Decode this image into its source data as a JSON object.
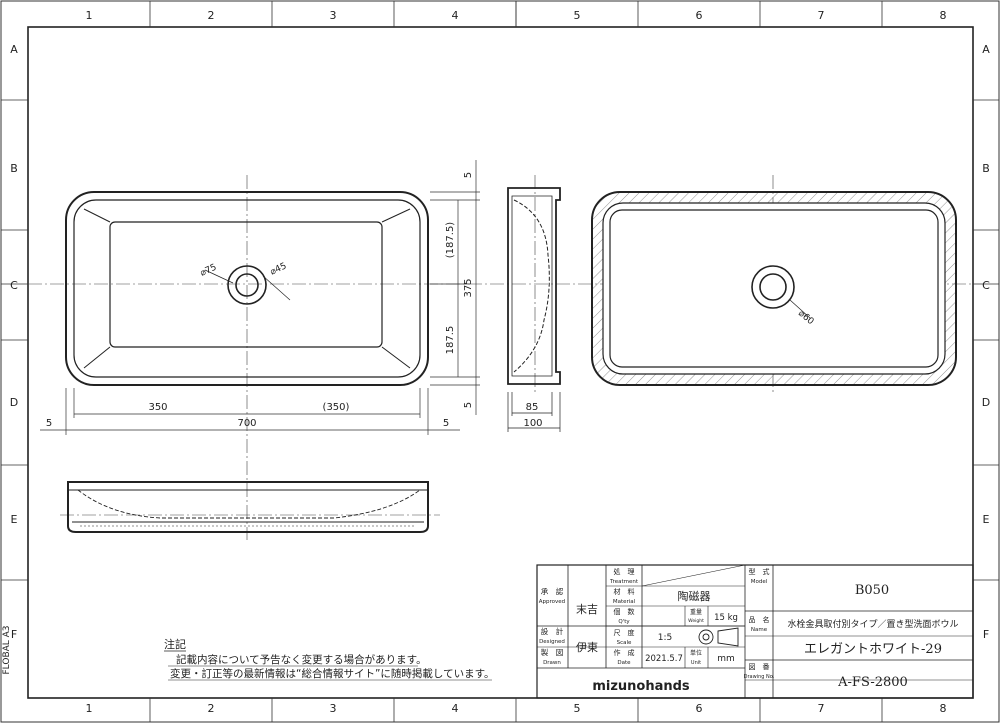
{
  "sheet": {
    "size_label": "FLOBAL A3",
    "columns": [
      "1",
      "2",
      "3",
      "4",
      "5",
      "6",
      "7",
      "8"
    ],
    "rows": [
      "A",
      "B",
      "C",
      "D",
      "E",
      "F"
    ]
  },
  "dimensions": {
    "top_side_dims": [
      "5",
      "(187.5)",
      "375",
      "187.5",
      "5"
    ],
    "bottom_dims": [
      "350",
      "(350)",
      "5",
      "700",
      "5"
    ],
    "hole_outer": "⌀75",
    "hole_inner": "⌀45",
    "side_dims": [
      "85",
      "100"
    ],
    "right_hole": "⌀60"
  },
  "notes": {
    "title": "注記",
    "lines": [
      "記載内容について予告なく変更する場合があります。",
      "変更・訂正等の最新情報は“総合情報サイト”に随時掲載しています。"
    ]
  },
  "title_block": {
    "approved_label": "承　認",
    "approved_label_en": "Approved",
    "approved_by": "末吉",
    "designed_label": "設　計",
    "designed_label_en": "Designed",
    "drawn_label": "製　図",
    "drawn_label_en": "Drawn",
    "designed_by": "伊東",
    "treatment_label": "処　理",
    "treatment_label_en": "Treatment",
    "material_label": "材　料",
    "material_label_en": "Material",
    "material": "陶磁器",
    "qty_label": "個　数",
    "qty_label_en": "Q'ty",
    "weight_label": "重量",
    "weight_label_en": "Weight",
    "weight": "15 kg",
    "scale_label": "尺　度",
    "scale_label_en": "Scale",
    "scale": "1:5",
    "date_label": "作　成",
    "date_label_en": "Date",
    "date": "2021.5.7",
    "unit_label": "単位",
    "unit_label_en": "Unit",
    "unit": "mm",
    "model_label": "型　式",
    "model_label_en": "Model",
    "model": "B050",
    "name_label": "品　名",
    "name_label_en": "Name",
    "product_type": "水栓金具取付別タイプ／置き型洗面ボウル",
    "product_name": "エレガントホワイト-29",
    "drawing_no_label": "図　番",
    "drawing_no_label_en": "Drawing No.",
    "drawing_no": "A-FS-2800",
    "brand": "mizunohands"
  }
}
